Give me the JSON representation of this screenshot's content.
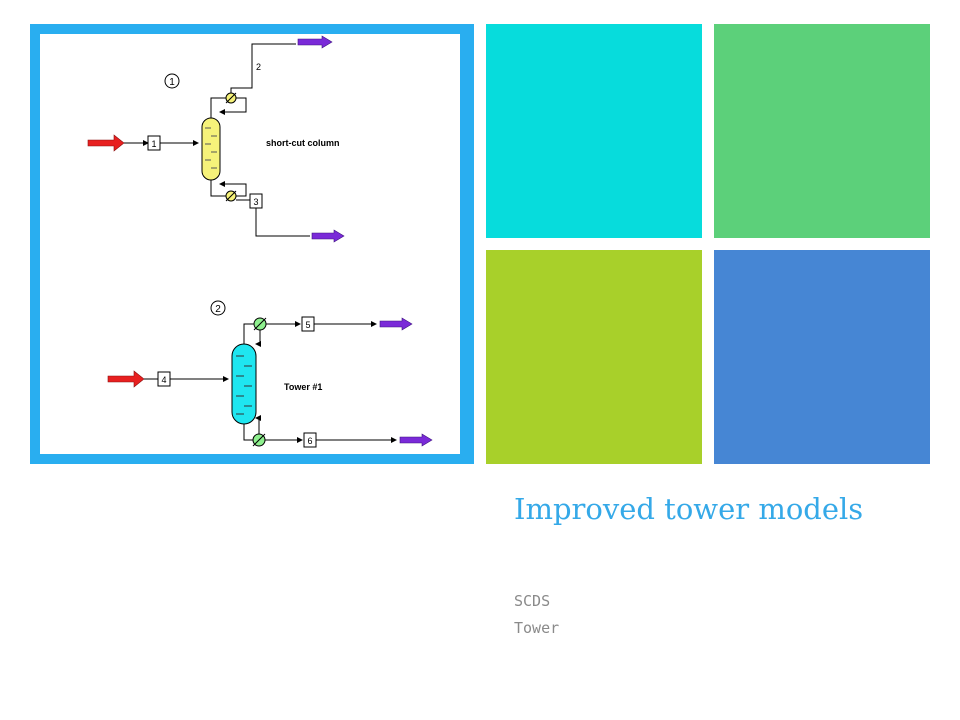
{
  "slide": {
    "title": "Improved tower models",
    "bullets": [
      "SCDS",
      "Tower"
    ]
  },
  "diagram": {
    "section_1": {
      "marker": "1",
      "column_label": "short-cut column",
      "streams": [
        "1",
        "2",
        "3"
      ]
    },
    "section_2": {
      "marker": "2",
      "column_label": "Tower #1",
      "streams": [
        "4",
        "5",
        "6"
      ]
    }
  },
  "colors": {
    "frame": "#29aef0",
    "tile_cyan": "#07dcdc",
    "tile_green": "#5cd07a",
    "tile_lime": "#a8d02a",
    "tile_blue": "#4686d4",
    "title": "#35a9e8",
    "feed_arrow": "#e82020",
    "product_arrow": "#7a2ad8",
    "column_1": "#f6f27a",
    "column_2": "#1fe6f0",
    "exchanger_1": "#f6f27a",
    "exchanger_2": "#8ef08e"
  }
}
